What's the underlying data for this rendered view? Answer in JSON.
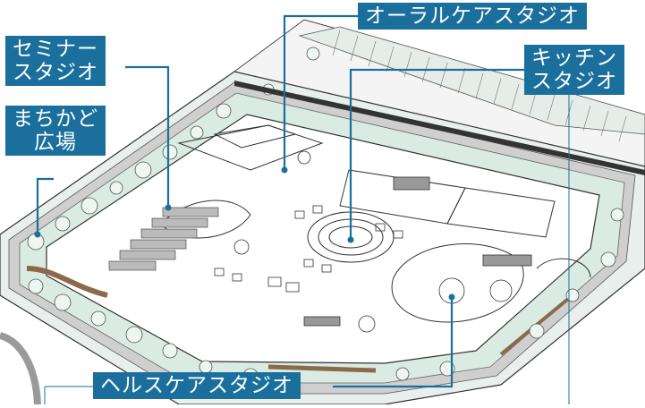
{
  "labels": {
    "oral_care": "オーラルケアスタジオ",
    "seminar": "セミナー\nスタジオ",
    "kitchen": "キッチン\nスタジオ",
    "machikado": "まちかど\n広場",
    "health_care": "ヘルスケアスタジオ"
  },
  "colors": {
    "label_bg": "#1b6f9d",
    "label_text": "#ffffff",
    "leader_line": "#1b6f9d",
    "planting": "#d9ebe3",
    "gravel": "#c9c9c9",
    "wood": "#8a6a4a",
    "line_art": "#333333"
  }
}
